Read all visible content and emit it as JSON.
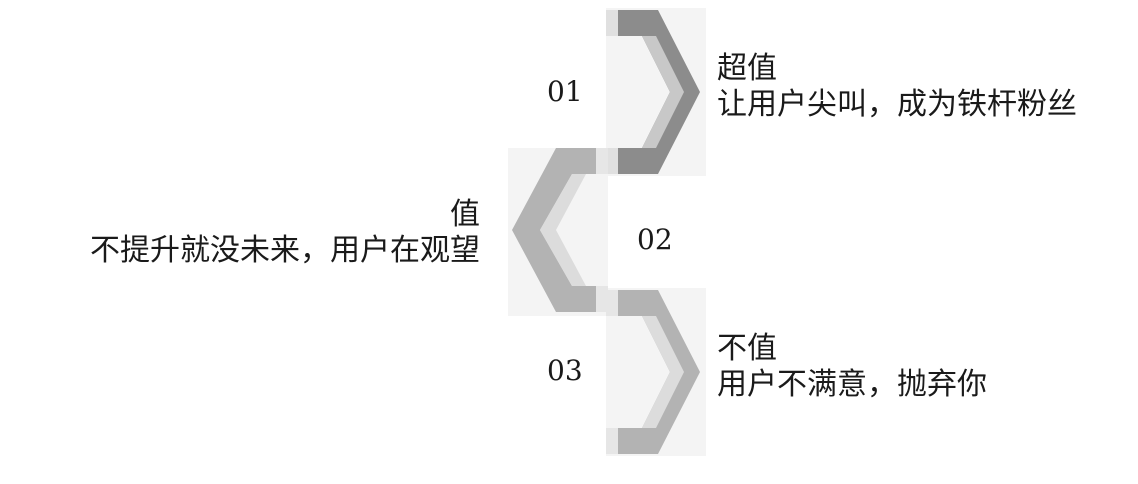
{
  "steps": [
    {
      "number": "01",
      "title": "超值",
      "desc": "让用户尖叫，成为铁杆粉丝",
      "color": "#8c8c8c"
    },
    {
      "number": "02",
      "title": "值",
      "desc": "不提升就没未来，用户在观望",
      "color": "#b3b3b3"
    },
    {
      "number": "03",
      "title": "不值",
      "desc": "用户不满意，抛弃你",
      "color": "#b3b3b3"
    }
  ],
  "colors": {
    "chevron_dark": "#8c8c8c",
    "chevron_mid": "#b3b3b3",
    "highlight": "#d9d9d9",
    "panel": "#f2f2f2",
    "text": "#1a1a1a"
  }
}
